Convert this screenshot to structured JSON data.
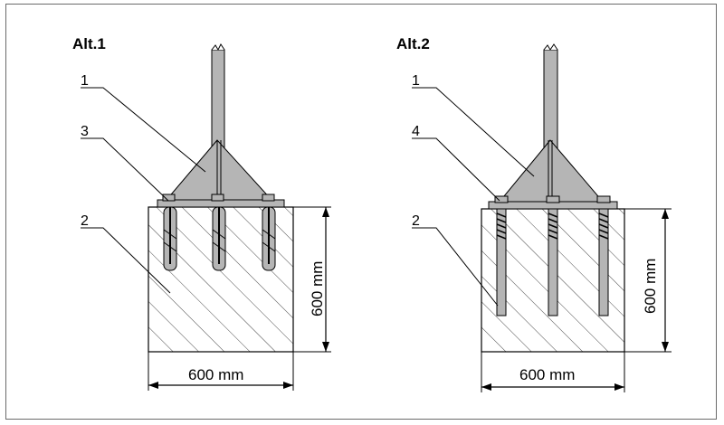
{
  "variants": [
    {
      "title": "Alt.1",
      "callouts": [
        "1",
        "3",
        "2"
      ],
      "dim_horizontal": "600 mm",
      "dim_vertical": "600 mm",
      "anchor_type": "expansion-anchor"
    },
    {
      "title": "Alt.2",
      "callouts": [
        "1",
        "4",
        "2"
      ],
      "dim_horizontal": "600 mm",
      "dim_vertical": "600 mm",
      "anchor_type": "threaded-rod"
    }
  ],
  "colors": {
    "steel": "#b5b5b5",
    "line": "#000000",
    "hatch": "#4a4a4a",
    "frame": "#6a6a6a"
  }
}
